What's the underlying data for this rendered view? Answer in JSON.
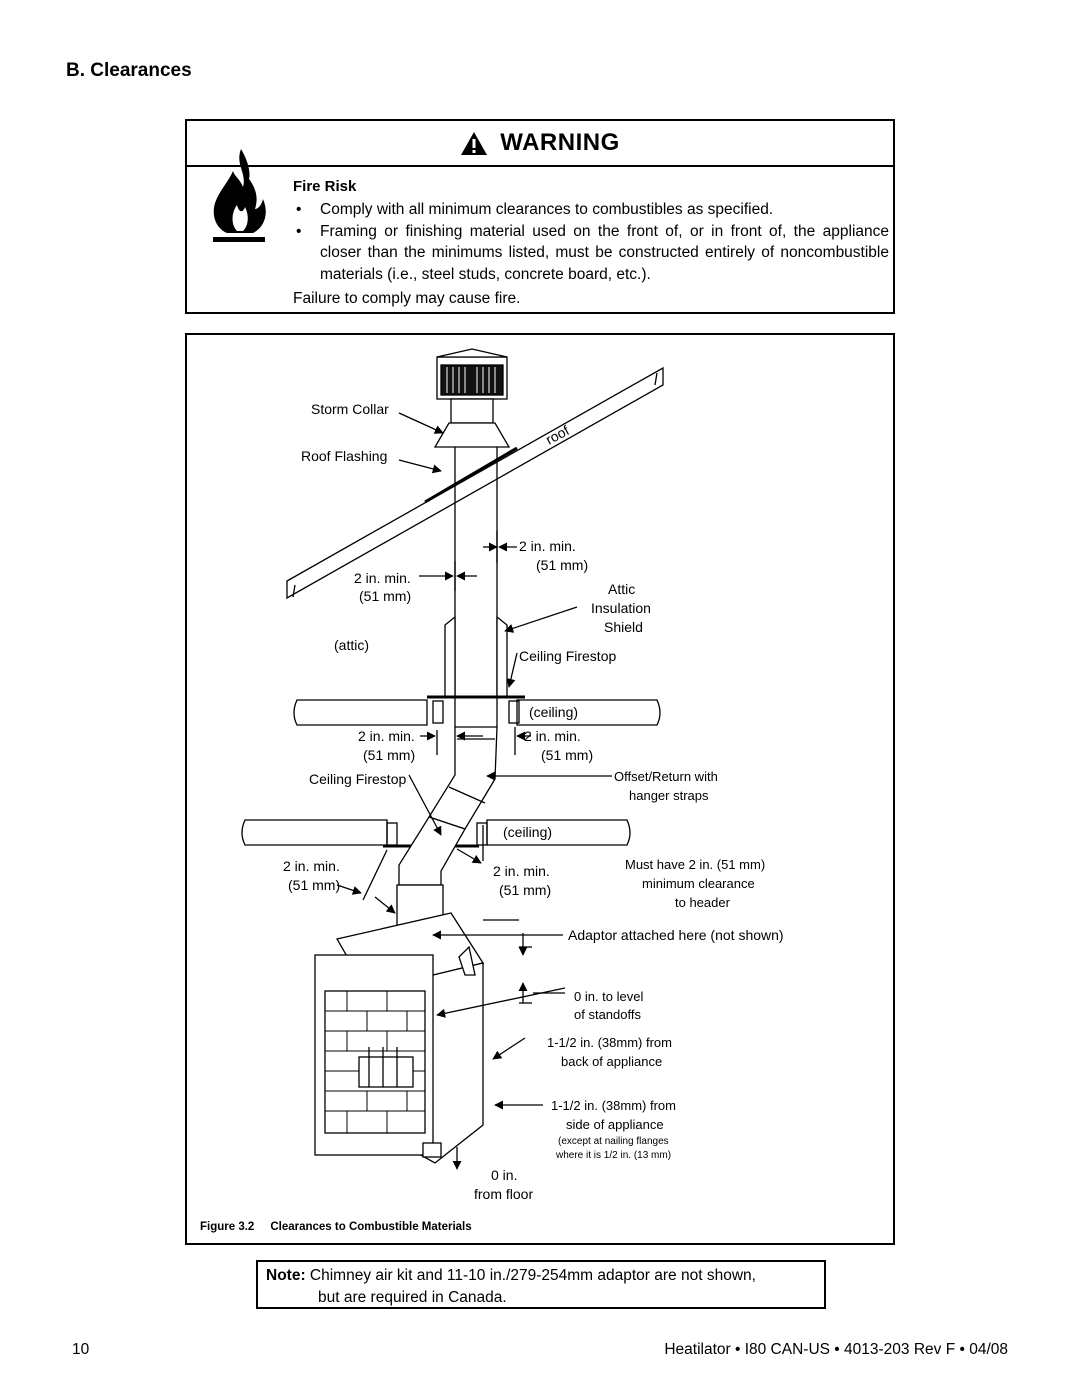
{
  "section": {
    "title": "B. Clearances"
  },
  "warning": {
    "title": "WARNING",
    "heading": "Fire Risk",
    "bullets": [
      "Comply with all minimum clearances to combustibles as specified.",
      "Framing or finishing material used on the front of, or in front of, the appliance closer than the minimums listed, must be constructed entirely of noncombustible materials (i.e., steel studs, concrete board, etc.)."
    ],
    "footer": "Failure to comply may cause  fire.",
    "icons": [
      "warning-triangle-icon",
      "flame-icon"
    ]
  },
  "figure": {
    "number": "Figure 3.2",
    "caption": "Clearances to Combustible Materials",
    "labels": {
      "storm_collar": "Storm Collar",
      "roof_flashing": "Roof Flashing",
      "roof": "roof",
      "attic": "(attic)",
      "attic_shield_1": "Attic",
      "attic_shield_2": "Insulation",
      "attic_shield_3": "Shield",
      "ceiling_firestop_upper": "Ceiling Firestop",
      "ceiling_upper": "(ceiling)",
      "ceiling_firestop_lower": "Ceiling Firestop",
      "ceiling_lower": "(ceiling)",
      "offset_1": "Offset/Return with",
      "offset_2": "hanger straps",
      "header_1": "Must have 2 in. (51 mm)",
      "header_2": "minimum clearance",
      "header_3": "to header",
      "adaptor": "Adaptor attached here (not shown)",
      "standoffs_1": "0 in. to level",
      "standoffs_2": "of standoffs",
      "back_1": "1-1/2 in. (38mm) from",
      "back_2": "back of appliance",
      "side_1": "1-1/2 in. (38mm) from",
      "side_2": "side of appliance",
      "side_3": "(except at nailing flanges",
      "side_4": "where it is 1/2 in. (13 mm)",
      "floor_1": "0 in.",
      "floor_2": "from floor",
      "min_in": "2 in. min.",
      "min_mm": "(51 mm)"
    }
  },
  "note": {
    "label": "Note:",
    "line1": "Chimney air kit and 11-10 in./279-254mm adaptor are not shown,",
    "line2": "but are required in Canada."
  },
  "footer": {
    "page_number": "10",
    "doc_info": "Heatilator • I80 CAN-US • 4013-203 Rev F • 04/08"
  }
}
